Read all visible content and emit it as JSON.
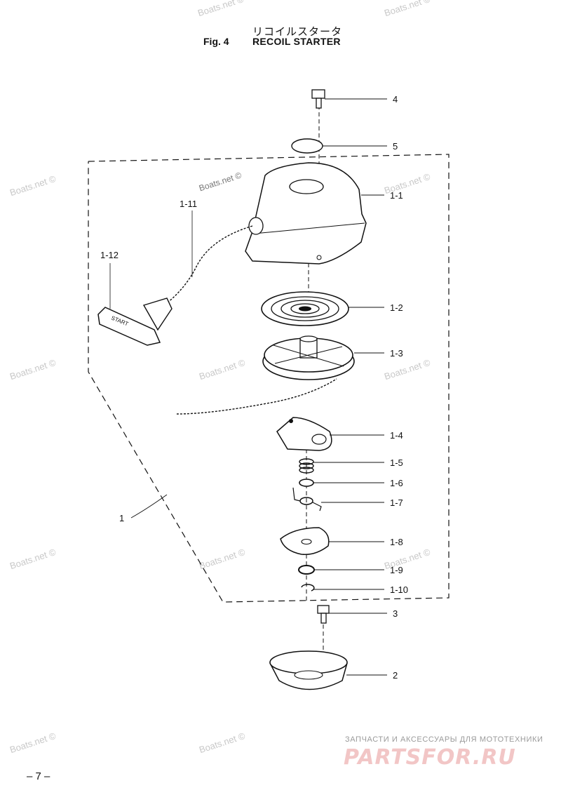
{
  "header": {
    "title_jp": "リコイルスタータ",
    "fig_label": "Fig. 4",
    "title_en": "RECOIL STARTER"
  },
  "callouts": {
    "c4": "4",
    "c5": "5",
    "c1_1": "1-1",
    "c1_11": "1-11",
    "c1_12": "1-12",
    "c1_2": "1-2",
    "c1_3": "1-3",
    "c1_4": "1-4",
    "c1_5": "1-5",
    "c1_6": "1-6",
    "c1_7": "1-7",
    "c1": "1",
    "c1_8": "1-8",
    "c1_9": "1-9",
    "c1_10": "1-10",
    "c3": "3",
    "c2": "2"
  },
  "handle_text": "START",
  "watermark": "Boats.net ©",
  "footer": {
    "brand_tagline": "ЗАПЧАСТИ И АКСЕССУАРЫ ДЛЯ МОТОТЕХНИКИ",
    "brand_logo": "PARTSFOR.RU",
    "page_number": "– 7 –"
  }
}
